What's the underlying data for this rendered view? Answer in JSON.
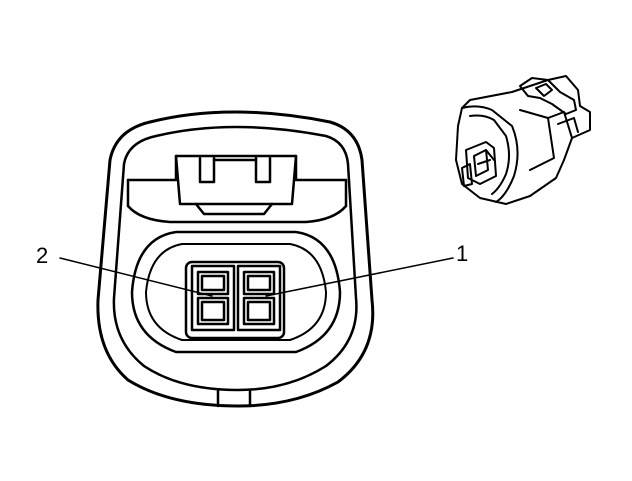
{
  "callouts": [
    {
      "id": "pin-1",
      "label": "1"
    },
    {
      "id": "pin-2",
      "label": "2"
    }
  ],
  "colors": {
    "stroke": "#000000",
    "background": "#ffffff"
  }
}
